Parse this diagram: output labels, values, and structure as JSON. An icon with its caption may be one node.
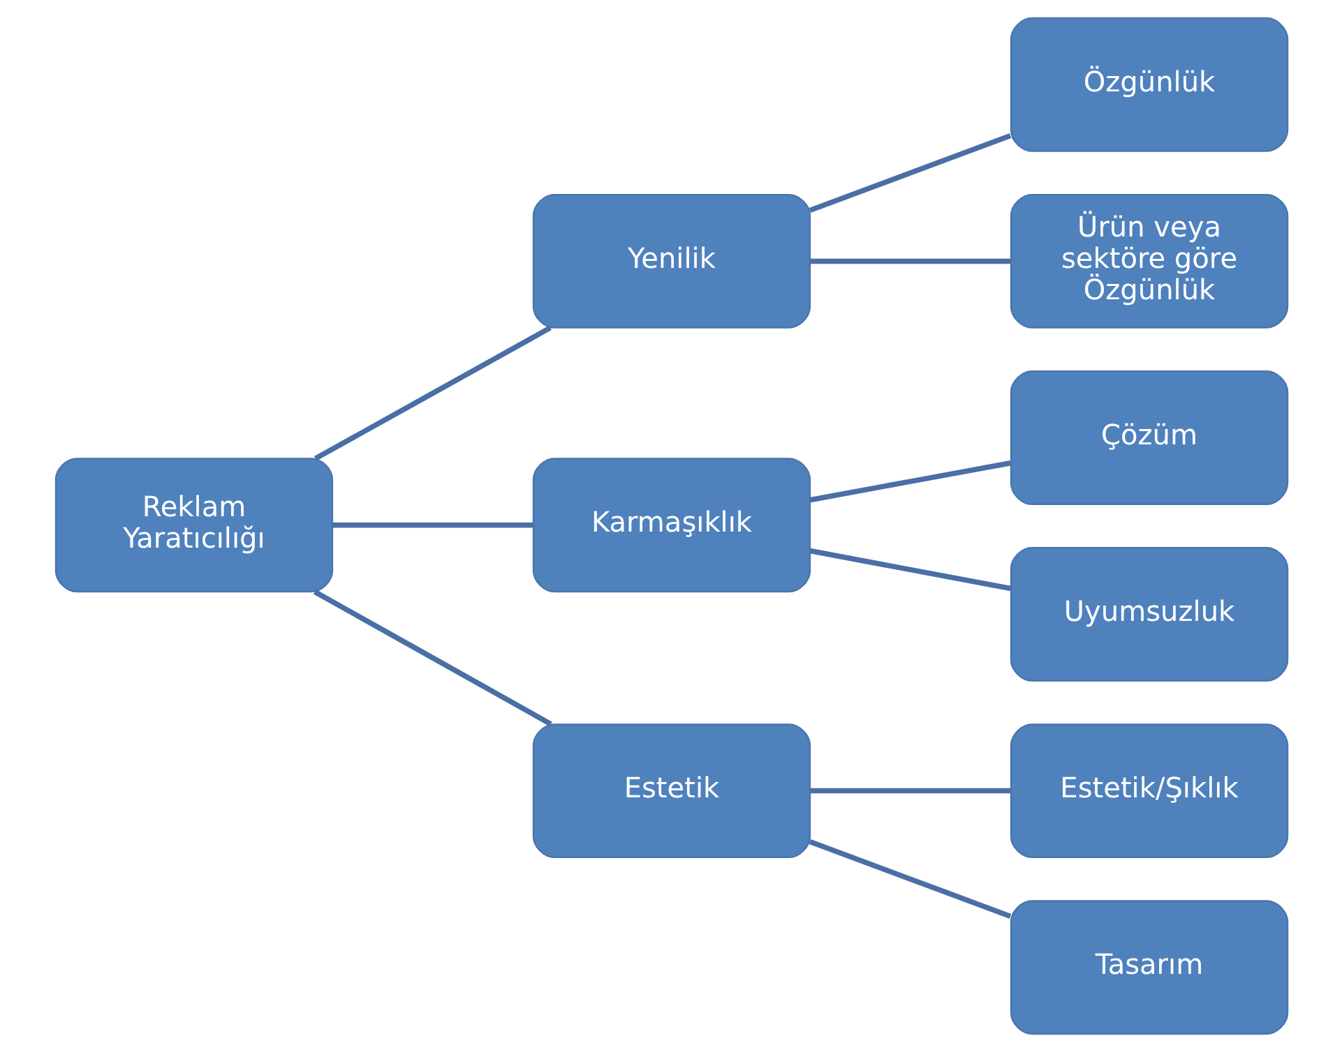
{
  "diagram": {
    "nodes": [
      {
        "text": [
          "Reklam Yaratıcılığı"
        ]
      },
      {
        "text": [
          "Yenilik"
        ]
      },
      {
        "text": [
          "Özgünlük"
        ]
      },
      {
        "text": [
          "Ürün veya sektöre göre Özgünlük"
        ]
      },
      {
        "text": [
          "Karmaşıklık"
        ]
      },
      {
        "text": [
          "Çözüm"
        ]
      },
      {
        "text": [
          "Uyumsuzluk"
        ]
      },
      {
        "text": [
          "Estetik"
        ]
      },
      {
        "text": [
          "Estetik/Şıklık"
        ]
      },
      {
        "text": [
          "Tasarım"
        ]
      }
    ],
    "edges": [
      {
        "from": 0,
        "to": 1,
        "arrow": "none"
      },
      {
        "from": 0,
        "to": 4,
        "arrow": "none"
      },
      {
        "from": 0,
        "to": 7,
        "arrow": "none"
      },
      {
        "from": 1,
        "to": 2,
        "arrow": "none"
      },
      {
        "from": 1,
        "to": 3,
        "arrow": "none"
      },
      {
        "from": 4,
        "to": 5,
        "arrow": "none"
      },
      {
        "from": 4,
        "to": 6,
        "arrow": "none"
      },
      {
        "from": 7,
        "to": 8,
        "arrow": "none"
      },
      {
        "from": 7,
        "to": 9,
        "arrow": "none"
      }
    ]
  }
}
